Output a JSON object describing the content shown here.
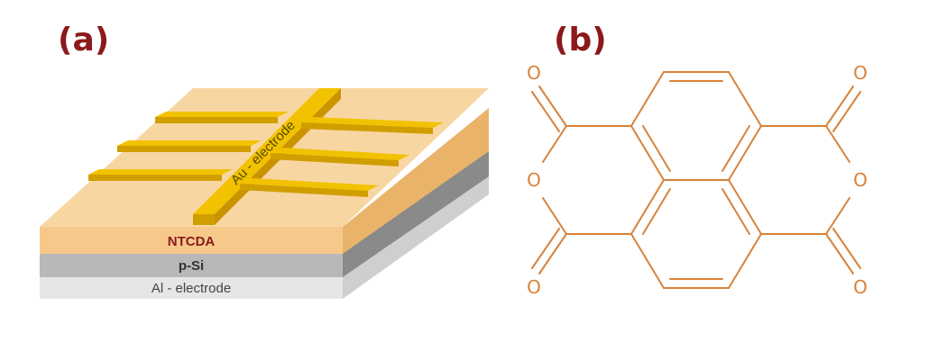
{
  "panel_a": {
    "label": "(a)",
    "layers": {
      "top": "NTCDA",
      "middle": "p-Si",
      "bottom": "Al - electrode"
    },
    "electrode_label": "Au - electrode"
  },
  "panel_b": {
    "label": "(b)",
    "oxygen_symbol": "O"
  },
  "colors": {
    "label": "#8b1a1a",
    "ntcda": "#f8d6a2",
    "psi": "#b8b8b8",
    "al": "#e6e6e6",
    "gold": "#f2c200",
    "molecule": "#d9823a"
  }
}
